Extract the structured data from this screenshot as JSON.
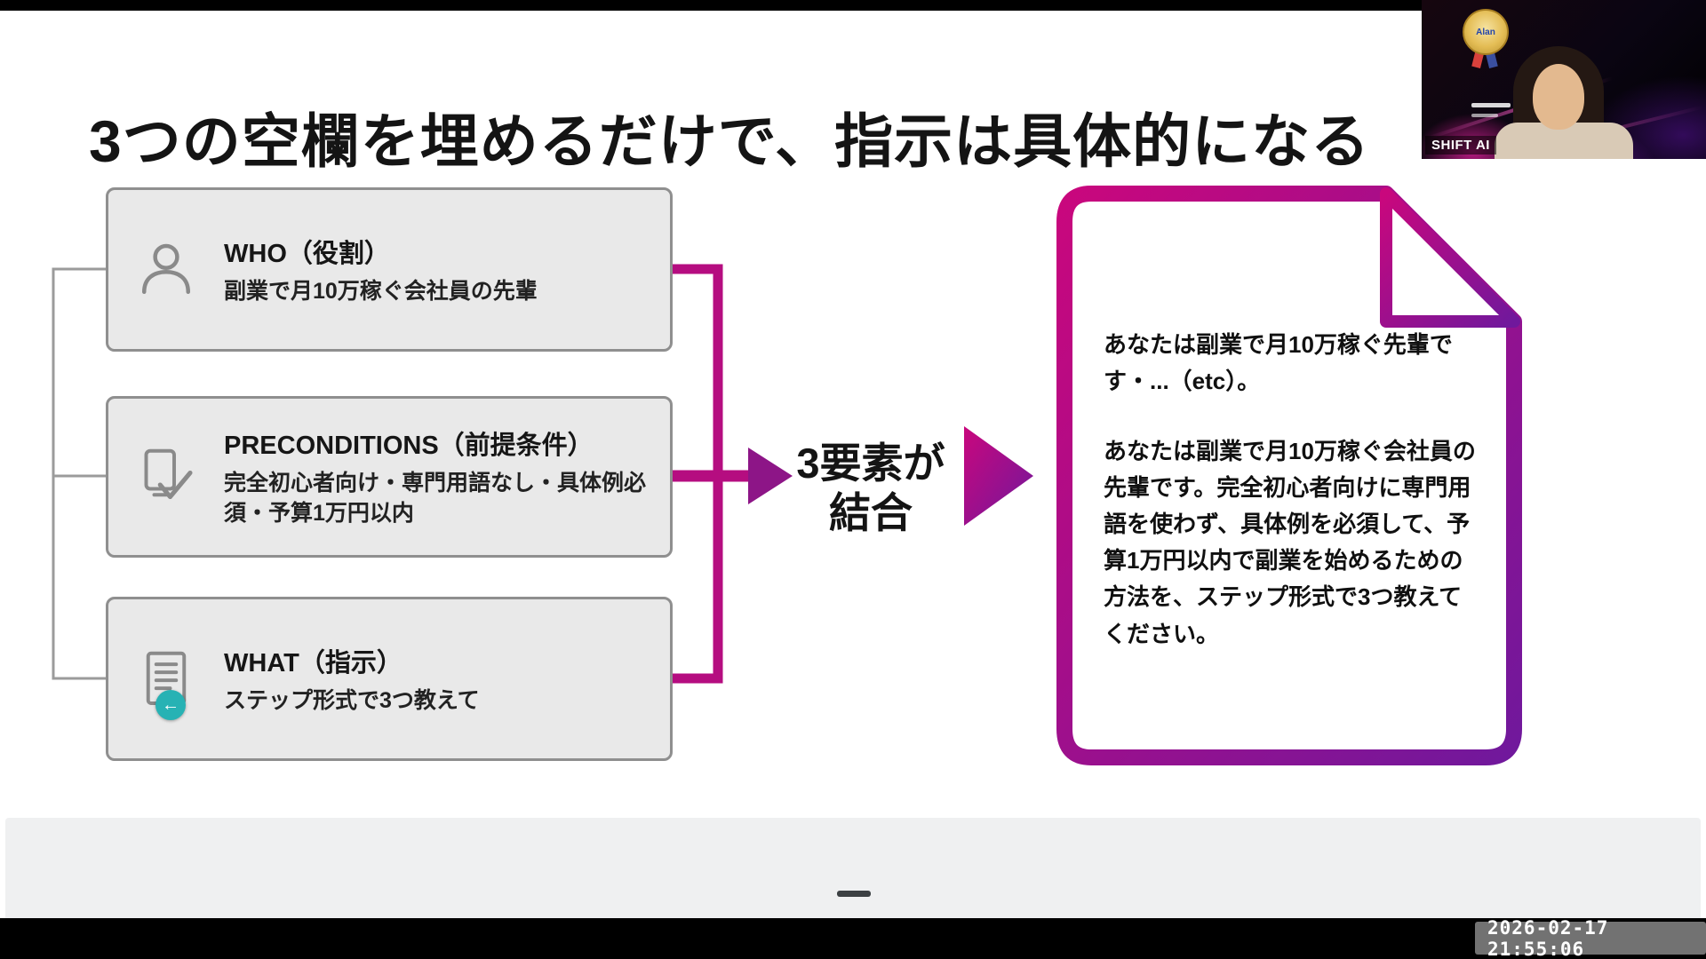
{
  "slide": {
    "title": "3つの空欄を埋めるだけで、指示は具体的になる",
    "boxes": [
      {
        "label": "WHO（役割）",
        "desc": "副業で月10万稼ぐ会社員の先輩"
      },
      {
        "label": "PRECONDITIONS（前提条件）",
        "desc": "完全初心者向け・専門用語なし・具体例必須・予算1万円以内"
      },
      {
        "label": "WHAT（指示）",
        "desc": "ステップ形式で3つ教えて"
      }
    ],
    "merge": {
      "line1": "3要素が",
      "line2": "結合"
    },
    "document": {
      "paragraph1": "あなたは副業で月10万稼ぐ先輩です・...（etc）。",
      "paragraph2": "あなたは副業で月10万稼ぐ会社員の先輩です。完全初心者向けに専門用語を使わず、具体例を必須して、予算1万円以内で副業を始めるための方法を、ステップ形式で3つ教えてください。"
    }
  },
  "webcam": {
    "brand": "SHIFT AI",
    "badge_text": "Alan"
  },
  "overlay": {
    "timestamp": "2026-02-17 21:55:06"
  },
  "cursor": {
    "glyph": "←"
  },
  "colors": {
    "magenta": "#b50d80",
    "purple": "#70189c",
    "arrow_purple": "#8d1587",
    "box_bg": "#e9e9e9",
    "box_border": "#8f8f8f",
    "annotation_teal": "#27b2b4"
  }
}
